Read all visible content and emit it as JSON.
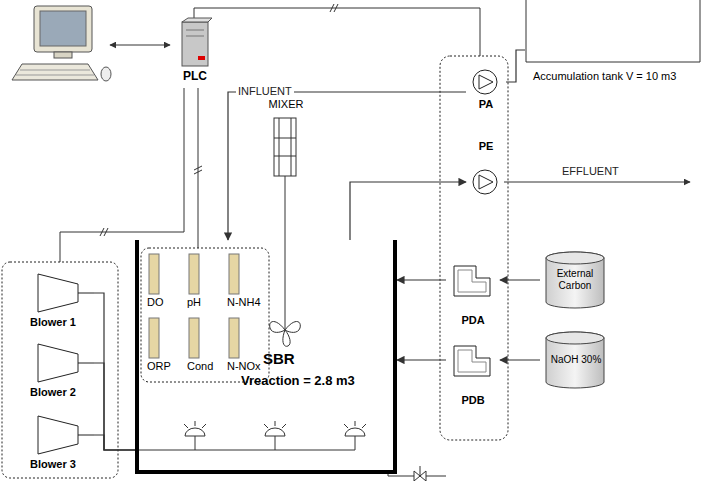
{
  "diagram": {
    "nodes": [
      {
        "text": [
          "PLC"
        ]
      },
      {
        "text": [
          "MIXER"
        ]
      },
      {
        "text": [
          "Accumulation tank V = 10 m3"
        ]
      },
      {
        "text": [
          "PA"
        ]
      },
      {
        "text": [
          "PE"
        ]
      },
      {
        "text": [
          "SBR",
          "Vreaction = 2.8 m3"
        ]
      },
      {
        "text": [
          "DO"
        ],
        "in": 5
      },
      {
        "text": [
          "pH"
        ],
        "in": 5
      },
      {
        "text": [
          "N-NH4"
        ],
        "in": 5
      },
      {
        "text": [
          "ORP"
        ],
        "in": 5
      },
      {
        "text": [
          "Cond"
        ],
        "in": 5
      },
      {
        "text": [
          "N-NOx"
        ],
        "in": 5
      },
      {
        "text": [
          "External Carbon"
        ]
      },
      {
        "text": [
          "PDA"
        ]
      },
      {
        "text": [
          "NaOH 30%"
        ]
      },
      {
        "text": [
          "PDB"
        ]
      },
      {
        "text": [
          "Blower 1"
        ]
      },
      {
        "text": [
          "Blower 2"
        ]
      },
      {
        "text": [
          "Blower 3"
        ]
      }
    ],
    "edges": [
      {
        "from": 2,
        "to": 3,
        "arrow": "none"
      },
      {
        "from": 3,
        "to": 5,
        "label": "INFLUENT",
        "arrow": "to"
      },
      {
        "from": 5,
        "to": 4,
        "arrow": "to"
      },
      {
        "from": 12,
        "to": 13,
        "arrow": "to"
      },
      {
        "from": 13,
        "to": 5,
        "arrow": "to"
      },
      {
        "from": 14,
        "to": 15,
        "arrow": "to"
      },
      {
        "from": 15,
        "to": 5,
        "arrow": "to"
      },
      {
        "from": 16,
        "to": 5,
        "arrow": "none"
      },
      {
        "from": 17,
        "to": 5,
        "arrow": "none"
      },
      {
        "from": 18,
        "to": 5,
        "arrow": "none"
      }
    ],
    "labels": [
      "EFFLUENT"
    ]
  }
}
